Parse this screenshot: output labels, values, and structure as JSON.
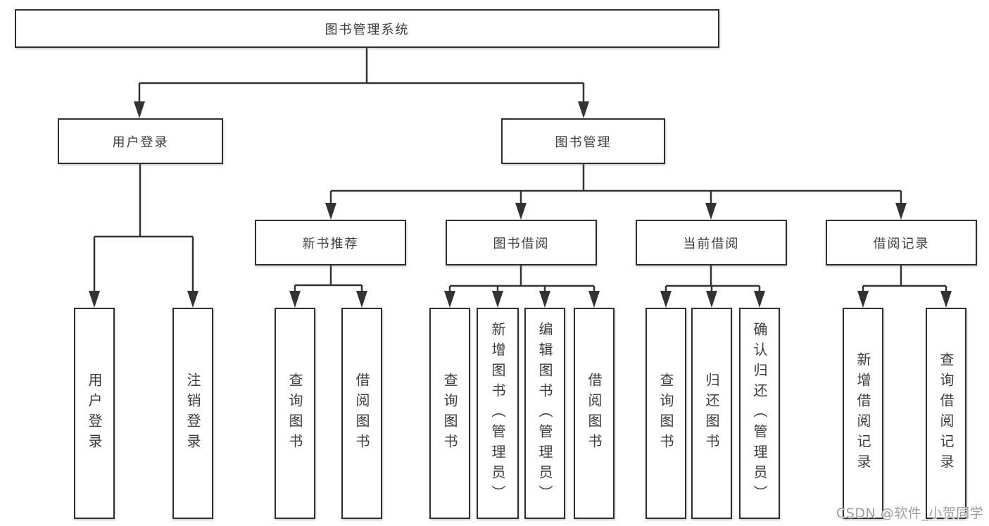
{
  "diagram": {
    "root": {
      "label": "图书管理系统"
    },
    "level2": [
      {
        "label": "用户登录"
      },
      {
        "label": "图书管理"
      }
    ],
    "level3": [
      {
        "label": "新书推荐"
      },
      {
        "label": "图书借阅"
      },
      {
        "label": "当前借阅"
      },
      {
        "label": "借阅记录"
      }
    ],
    "leaves": [
      {
        "label": "用户登录"
      },
      {
        "label": "注销登录"
      },
      {
        "label": "查询图书"
      },
      {
        "label": "借阅图书"
      },
      {
        "label": "查询图书"
      },
      {
        "label": "新增图书（管理员）"
      },
      {
        "label": "编辑图书（管理员）"
      },
      {
        "label": "借阅图书"
      },
      {
        "label": "查询图书"
      },
      {
        "label": "归还图书"
      },
      {
        "label": "确认归还（管理员）"
      },
      {
        "label": "新增借阅记录"
      },
      {
        "label": "查询借阅记录"
      }
    ]
  },
  "watermark": {
    "text": "CSDN @软件_小贺同学"
  },
  "colors": {
    "line": "#333333",
    "box_border": "#2f2f2f",
    "text": "#3d3d3d",
    "background": "#ffffff",
    "watermark": "#9e9e9e"
  }
}
